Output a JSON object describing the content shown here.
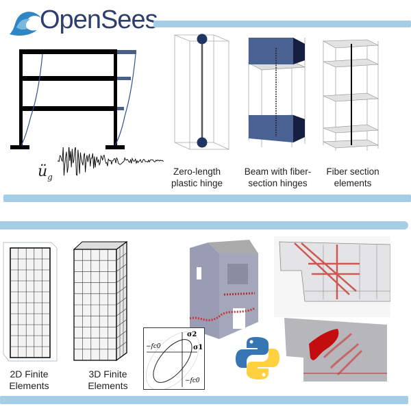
{
  "logo": {
    "text": "OpenSees"
  },
  "top_section": {
    "ground_motion_label": "ü",
    "ground_motion_subscript": "g",
    "captions": [
      {
        "line1": "Zero-length",
        "line2": "plastic hinge"
      },
      {
        "line1": "Beam with fiber-",
        "line2": "section hinges"
      },
      {
        "line1": "Fiber section",
        "line2": "elements"
      }
    ]
  },
  "bottom_section": {
    "captions": [
      {
        "line1": "2D Finite",
        "line2": "Elements"
      },
      {
        "line1": "3D Finite",
        "line2": "Elements"
      }
    ],
    "yield_surface": {
      "sigma2": "σ2",
      "sigma1": "σ1",
      "fc0_left": "−fc0",
      "fc0_bottom": "−fc0"
    }
  },
  "colors": {
    "bar": "#a6cde6",
    "navy": "#2c3d6e",
    "block": "#4a6194",
    "python_blue": "#3775b4",
    "python_yellow": "#fdd23e"
  }
}
